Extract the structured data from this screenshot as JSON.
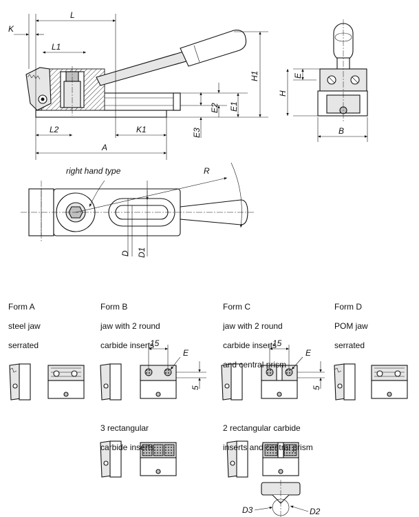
{
  "dimensions": {
    "L": "L",
    "K": "K",
    "L1": "L1",
    "L2": "L2",
    "K1": "K1",
    "A": "A",
    "H1": "H1",
    "H": "H",
    "E": "E",
    "E1": "E1",
    "E2": "E2",
    "E3": "E3",
    "B": "B",
    "R": "R",
    "D": "D",
    "D1": "D1",
    "D2": "D2",
    "D3": "D3",
    "fifteen": "15",
    "five": "5"
  },
  "annotation_right_hand": "right hand type",
  "forms": {
    "a": {
      "title": "Form A",
      "line1": "steel jaw",
      "line2": "serrated"
    },
    "b": {
      "title": "Form B",
      "line1": "jaw with 2 round",
      "line2": "carbide inserts"
    },
    "c": {
      "title": "Form C",
      "line1": "jaw with 2 round",
      "line2": "carbide inserts",
      "line3": "and central prism"
    },
    "d": {
      "title": "Form D",
      "line1": "POM jaw",
      "line2": "serrated"
    },
    "e": {
      "line1": "3 rectangular",
      "line2": "carbide inserts"
    },
    "f": {
      "line1": "2 rectangular carbide",
      "line2": "inserts and central prism"
    }
  }
}
